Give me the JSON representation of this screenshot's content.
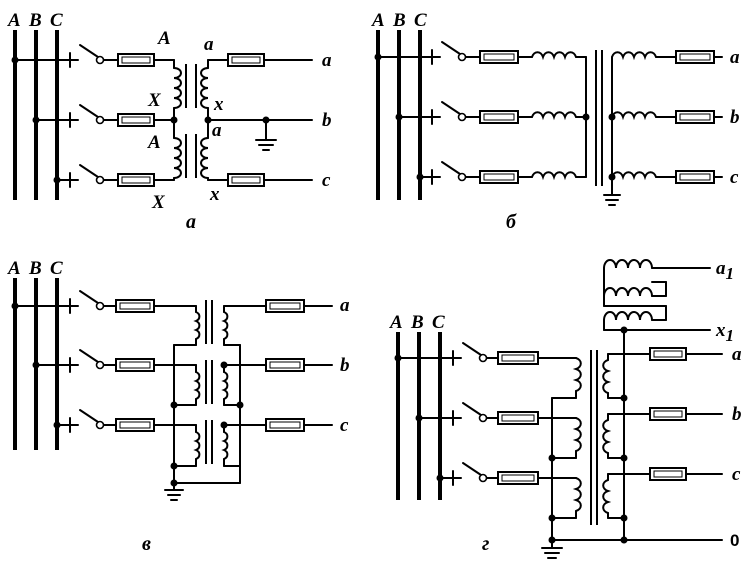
{
  "panel_a": {
    "caption": "а",
    "bus_labels": [
      "A",
      "B",
      "C"
    ],
    "primary_top": "A",
    "primary_mid_end": "X",
    "primary_bottom_start": "A",
    "primary_bottom_end": "X",
    "secondary_top": "a",
    "secondary_mid_end": "x",
    "secondary_mid_start": "a",
    "secondary_bottom_end": "x",
    "outputs": [
      "a",
      "b",
      "c"
    ]
  },
  "panel_b": {
    "caption": "б",
    "bus_labels": [
      "A",
      "B",
      "C"
    ],
    "outputs": [
      "a",
      "b",
      "c"
    ]
  },
  "panel_v": {
    "caption": "в",
    "bus_labels": [
      "A",
      "B",
      "C"
    ],
    "outputs": [
      "a",
      "b",
      "c"
    ]
  },
  "panel_g": {
    "caption": "г",
    "bus_labels": [
      "A",
      "B",
      "C"
    ],
    "aux_outputs": [
      "a",
      "x"
    ],
    "aux_subscript": "1",
    "outputs": [
      "a",
      "b",
      "c"
    ],
    "neutral": "0"
  }
}
